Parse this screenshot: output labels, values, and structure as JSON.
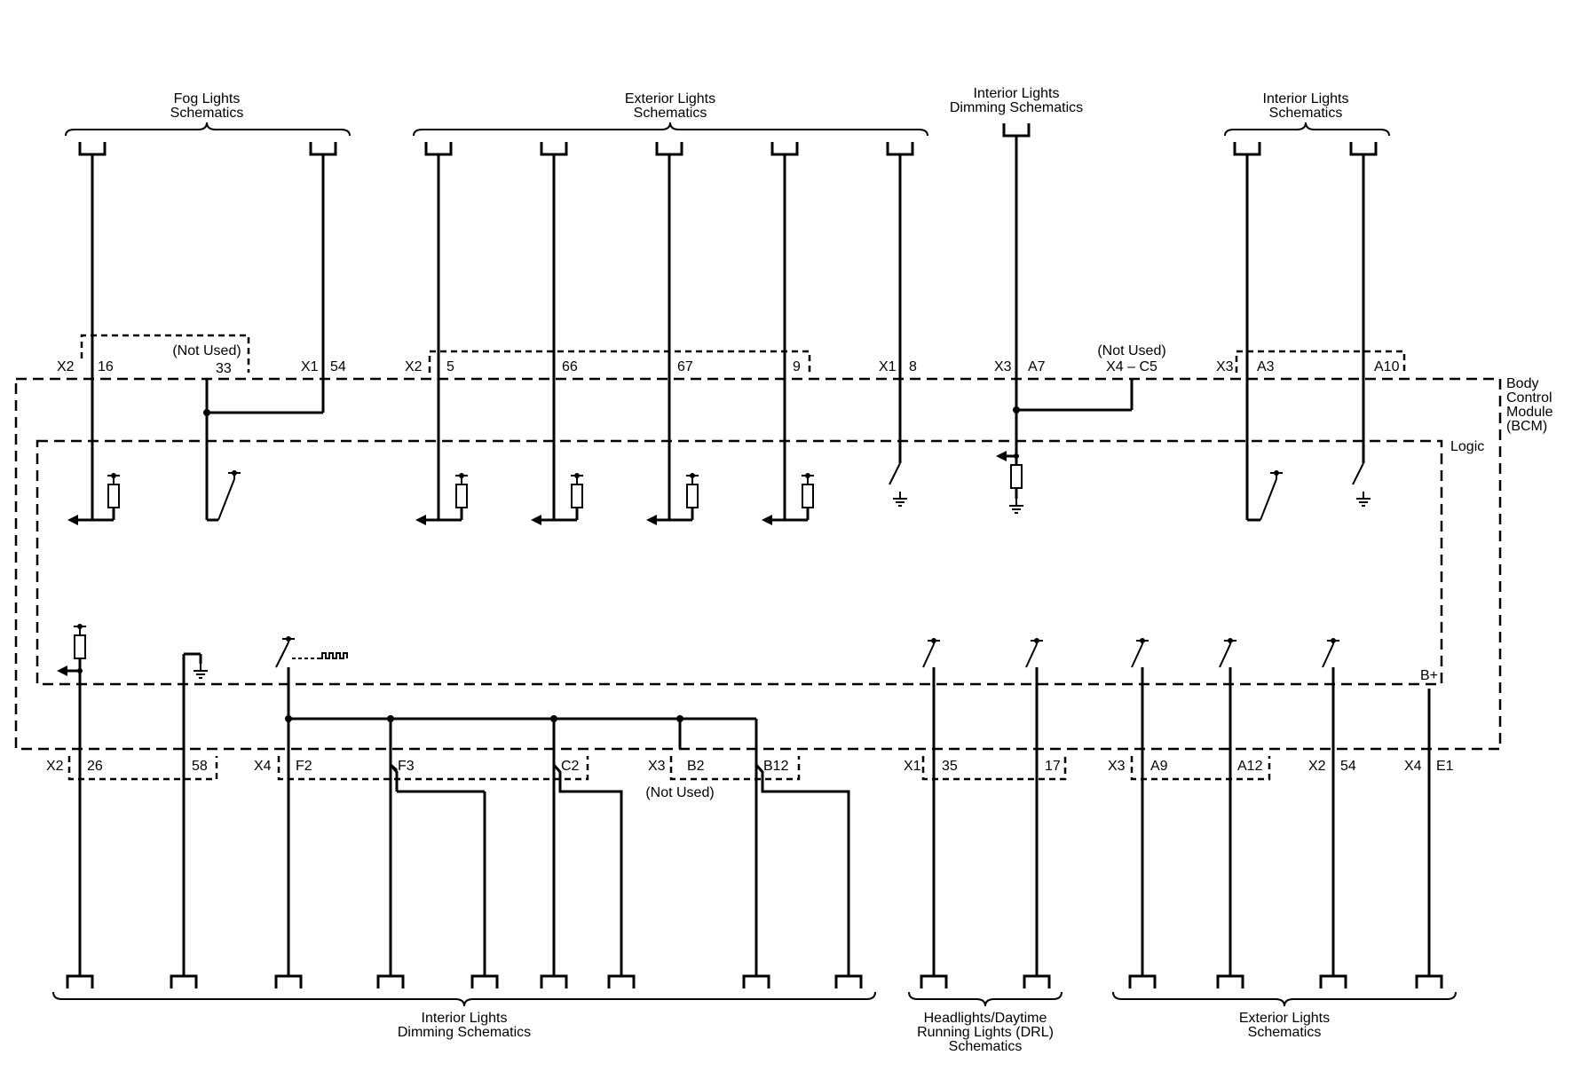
{
  "top_headers": {
    "fog": [
      "Fog Lights",
      "Schematics"
    ],
    "exterior": [
      "Exterior Lights",
      "Schematics"
    ],
    "interior_dimming": [
      "Interior Lights",
      "Dimming Schematics"
    ],
    "interior": [
      "Interior Lights",
      "Schematics"
    ]
  },
  "bottom_headers": {
    "interior_dimming": [
      "Interior Lights",
      "Dimming Schematics"
    ],
    "headlights": [
      "Headlights/Daytime",
      "Running Lights (DRL)",
      "Schematics"
    ],
    "exterior": [
      "Exterior Lights",
      "Schematics"
    ]
  },
  "module": {
    "name": [
      "Body",
      "Control",
      "Module",
      "(BCM)"
    ],
    "logic": "Logic"
  },
  "not_used": "(Not Used)",
  "top_connectors": {
    "x2a": "X2",
    "p16": "16",
    "p33": "33",
    "x1a": "X1",
    "p54": "54",
    "x2b": "X2",
    "p5": "5",
    "p66": "66",
    "p67": "67",
    "p9": "9",
    "x1b": "X1",
    "p8": "8",
    "x3a": "X3",
    "pA7": "A7",
    "x4c5": "X4 – C5",
    "x3b": "X3",
    "pA3": "A3",
    "pA10": "A10"
  },
  "bottom_connectors": {
    "x2a": "X2",
    "p26": "26",
    "p58": "58",
    "x4a": "X4",
    "pF2": "F2",
    "pF3": "F3",
    "pC2": "C2",
    "x3a": "X3",
    "pB2": "B2",
    "pB12": "B12",
    "x1": "X1",
    "p35": "35",
    "p17": "17",
    "x3b": "X3",
    "pA9": "A9",
    "pA12": "A12",
    "x2b": "X2",
    "p54": "54",
    "x4b": "X4",
    "pE1": "E1",
    "bplus": "B+"
  }
}
